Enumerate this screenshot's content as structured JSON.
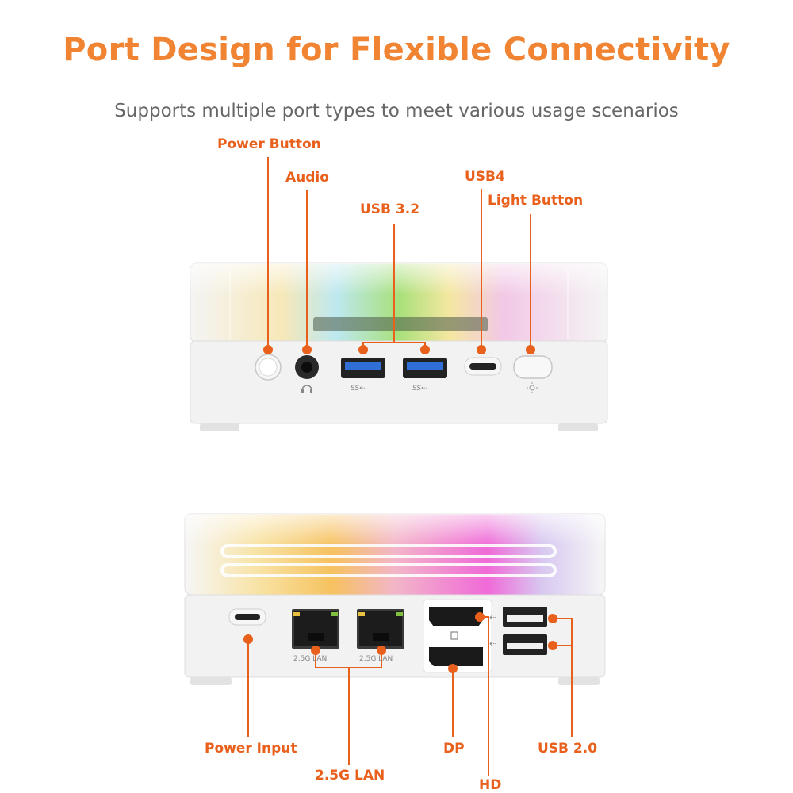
{
  "header": {
    "title": "Port Design for Flexible Connectivity",
    "subtitle": "Supports multiple port types to meet various usage scenarios"
  },
  "front_panel": {
    "labels": {
      "power_button": "Power Button",
      "audio": "Audio",
      "usb32": "USB 3.2",
      "usb4": "USB4",
      "light_button": "Light Button"
    }
  },
  "rear_panel": {
    "labels": {
      "power_input": "Power Input",
      "lan": "2.5G LAN",
      "dp": "DP",
      "hd": "HD",
      "usb20": "USB 2.0"
    },
    "port_markings": {
      "lan1": "2.5G LAN",
      "lan2": "2.5G LAN"
    }
  },
  "colors": {
    "accent": "#e8601c",
    "title": "#f08433",
    "subtitle": "#666666"
  },
  "icons": [
    "headphone-icon",
    "usb-ss-icon",
    "light-icon",
    "displayport-icon",
    "usb-icon",
    "power-led-icon"
  ]
}
